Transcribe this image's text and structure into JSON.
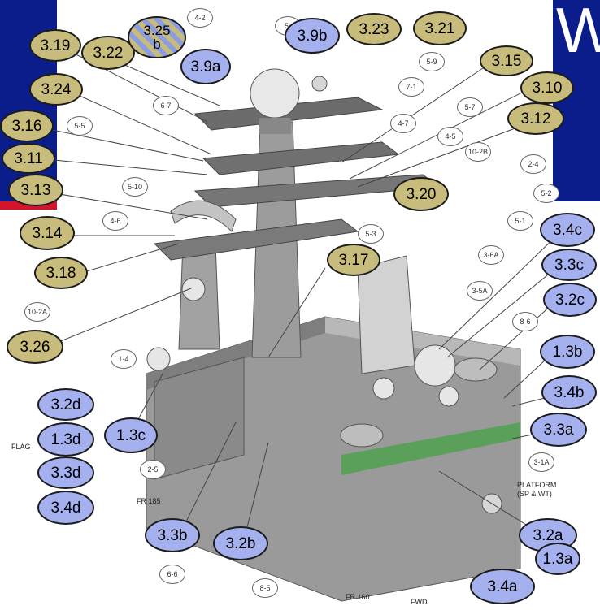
{
  "slide": {
    "title_fragment": "W",
    "callouts_tan": [
      {
        "id": "c-3-19",
        "label": "3.19"
      },
      {
        "id": "c-3-22",
        "label": "3.22"
      },
      {
        "id": "c-3-23",
        "label": "3.23"
      },
      {
        "id": "c-3-21",
        "label": "3.21"
      },
      {
        "id": "c-3-15",
        "label": "3.15"
      },
      {
        "id": "c-3-10",
        "label": "3.10"
      },
      {
        "id": "c-3-12",
        "label": "3.12"
      },
      {
        "id": "c-3-24",
        "label": "3.24"
      },
      {
        "id": "c-3-16",
        "label": "3.16"
      },
      {
        "id": "c-3-11",
        "label": "3.11"
      },
      {
        "id": "c-3-13",
        "label": "3.13"
      },
      {
        "id": "c-3-20",
        "label": "3.20"
      },
      {
        "id": "c-3-14",
        "label": "3.14"
      },
      {
        "id": "c-3-18",
        "label": "3.18"
      },
      {
        "id": "c-3-17",
        "label": "3.17"
      },
      {
        "id": "c-3-26",
        "label": "3.26"
      }
    ],
    "callout_3_25": {
      "line1": "3.25",
      "line2": "b"
    },
    "callouts_blue": [
      {
        "id": "c-3-9b",
        "label": "3.9b"
      },
      {
        "id": "c-3-9a",
        "label": "3.9a"
      },
      {
        "id": "c-3-4c",
        "label": "3.4c"
      },
      {
        "id": "c-3-3c",
        "label": "3.3c"
      },
      {
        "id": "c-3-2c",
        "label": "3.2c"
      },
      {
        "id": "c-1-3b",
        "label": "1.3b"
      },
      {
        "id": "c-3-4b",
        "label": "3.4b"
      },
      {
        "id": "c-3-3a",
        "label": "3.3a"
      },
      {
        "id": "c-3-2d",
        "label": "3.2d"
      },
      {
        "id": "c-1-3d",
        "label": "1.3d"
      },
      {
        "id": "c-1-3c",
        "label": "1.3c"
      },
      {
        "id": "c-3-3d",
        "label": "3.3d"
      },
      {
        "id": "c-3-4d",
        "label": "3.4d"
      },
      {
        "id": "c-3-3b",
        "label": "3.3b"
      },
      {
        "id": "c-3-2b",
        "label": "3.2b"
      },
      {
        "id": "c-3-2a",
        "label": "3.2a"
      },
      {
        "id": "c-1-3a",
        "label": "1.3a"
      },
      {
        "id": "c-3-4a",
        "label": "3.4a"
      }
    ],
    "drawing_refs": [
      {
        "id": "r-4-2",
        "label": "4-2"
      },
      {
        "id": "r-5-x",
        "label": "5-"
      },
      {
        "id": "r-5-9",
        "label": "5-9"
      },
      {
        "id": "r-7-1",
        "label": "7-1"
      },
      {
        "id": "r-6-7",
        "label": "6-7"
      },
      {
        "id": "r-5-5",
        "label": "5-5"
      },
      {
        "id": "r-5-7",
        "label": "5-7"
      },
      {
        "id": "r-4-7",
        "label": "4-7"
      },
      {
        "id": "r-4-5",
        "label": "4-5"
      },
      {
        "id": "r-10-2b",
        "label": "10-2B"
      },
      {
        "id": "r-2-4",
        "label": "2-4"
      },
      {
        "id": "r-5-10",
        "label": "5-10"
      },
      {
        "id": "r-5-2",
        "label": "5-2"
      },
      {
        "id": "r-4-6",
        "label": "4-6"
      },
      {
        "id": "r-5-3",
        "label": "5-3"
      },
      {
        "id": "r-5-1",
        "label": "5-1"
      },
      {
        "id": "r-3-6a",
        "label": "3-6A"
      },
      {
        "id": "r-10-2a",
        "label": "10-2A"
      },
      {
        "id": "r-3-5a",
        "label": "3-5A"
      },
      {
        "id": "r-8-6",
        "label": "8-6"
      },
      {
        "id": "r-1-4",
        "label": "1-4"
      },
      {
        "id": "r-2-5",
        "label": "2-5"
      },
      {
        "id": "r-3-1a",
        "label": "3-1A"
      },
      {
        "id": "r-6-6",
        "label": "6-6"
      },
      {
        "id": "r-8-5",
        "label": "8-5"
      }
    ],
    "notes": {
      "platform": "PLATFORM",
      "platform_sub": "(SP & WT)",
      "fr185": "FR 185",
      "fr160": "FR 160",
      "fwd": "FWD",
      "flag": "FLAG"
    }
  }
}
